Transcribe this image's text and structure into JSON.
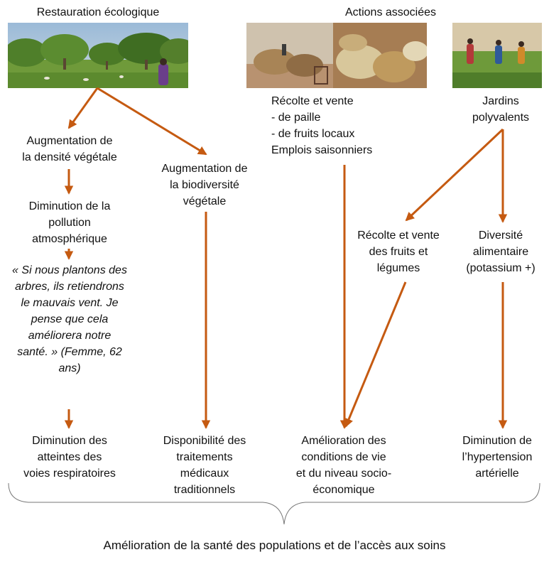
{
  "headers": {
    "left": "Restauration écologique",
    "right": "Actions associées"
  },
  "images": {
    "landscape": "savanna-trees-photo",
    "harvest": "straw-and-market-photo",
    "garden": "village-garden-photo"
  },
  "nodes": {
    "density": "Augmentation de\nla densité végétale",
    "biodiversity": "Augmentation de\nla biodiversité\nvégétale",
    "pollution": "Diminution de la\npollution\natmosphérique",
    "quote": "« Si nous plantons des\narbres, ils retiendrons\nle mauvais vent. Je\npense que cela\naméliorera notre\nsanté. » (Femme, 62\nans)",
    "respiratory": "Diminution des\natteintes des\nvoies respiratoires",
    "medicine": "Disponibilité des\ntraitements\nmédicaux\ntraditionnels",
    "harvest": "Récolte et vente\n- de paille\n- de fruits locaux\nEmplois saisonniers",
    "gardens": "Jardins\npolyvalents",
    "fruit_sales": "Récolte et vente\ndes fruits et\nlégumes",
    "diet": "Diversité\nalimentaire\n(potassium +)",
    "living": "Amélioration des\nconditions de vie\net du niveau socio-\néconomique",
    "hypertension": "Diminution de\nl’hypertension\nartérielle"
  },
  "conclusion": "Amélioration de la santé des populations et de l’accès aux soins",
  "colors": {
    "arrow": "#c55a11",
    "text": "#111111"
  }
}
